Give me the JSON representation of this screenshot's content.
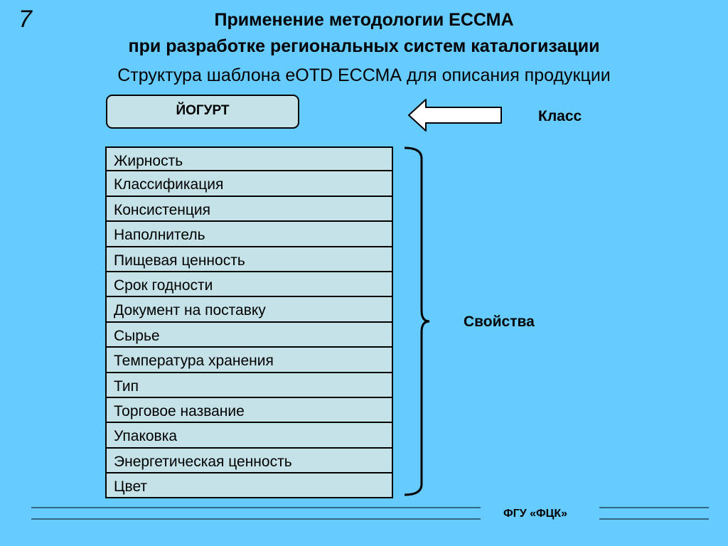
{
  "slide_number": "7",
  "title": {
    "line1": "Применение методологии ЕССМА",
    "line2": "при разработке региональных систем каталогизации"
  },
  "subtitle": "Структура шаблона eOTD ЕССМА для описания продукции",
  "class_box": "ЙОГУРТ",
  "class_label": "Класс",
  "properties_label": "Свойства",
  "properties": [
    "Жирность",
    "Классификация",
    "Консистенция",
    "Наполнитель",
    "Пищевая ценность",
    "Срок годности",
    "Документ на поставку",
    "Сырье",
    "Температура хранения",
    "Тип",
    "Торговое название",
    "Упаковка",
    "Энергетическая ценность",
    "Цвет"
  ],
  "footer": "ФГУ «ФЦК»",
  "colors": {
    "background": "#66ccff",
    "box_fill": "#c4e2e7",
    "outline": "#000000"
  }
}
